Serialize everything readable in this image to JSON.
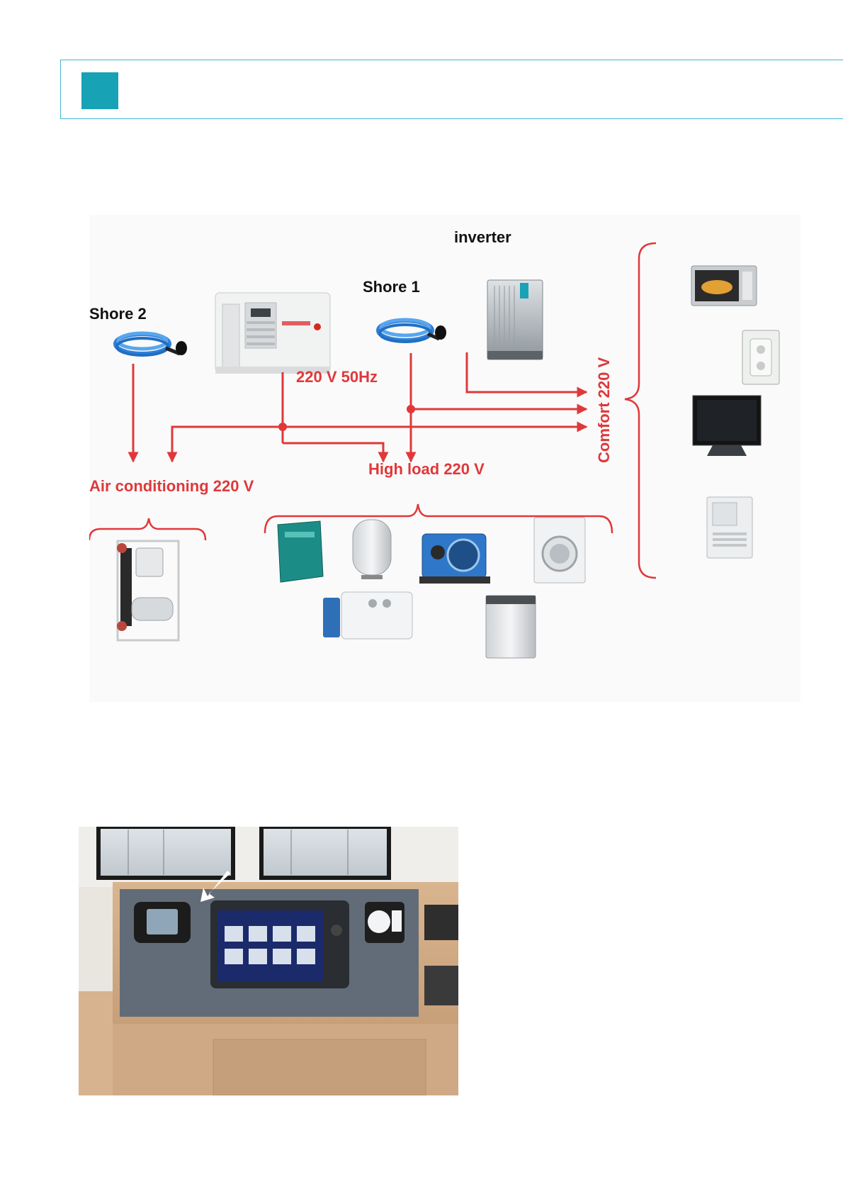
{
  "header": {
    "accent_color": "#17a2b5",
    "border_color": "#3fb6cf"
  },
  "diagram": {
    "line_color": "#e0383a",
    "labels": {
      "shore2": "Shore 2",
      "shore1": "Shore 1",
      "inverter": "inverter",
      "voltage": "220 V  50Hz",
      "high_load": "High load 220 V",
      "air_conditioning": "Air conditioning 220 V",
      "comfort": "Comfort 220 V"
    },
    "devices": {
      "source": [
        "shore-cable-2",
        "generator",
        "shore-cable-1",
        "inverter"
      ],
      "comfort": [
        "microwave",
        "power-outlet",
        "television",
        "fridge"
      ],
      "high_load": [
        "battery-charger",
        "water-heater",
        "dive-compressor",
        "washing-machine",
        "watermaker",
        "dishwasher"
      ],
      "air_conditioning": [
        "air-conditioning-unit"
      ]
    }
  },
  "photo": {
    "subject": "helm-panel-with-displays"
  }
}
